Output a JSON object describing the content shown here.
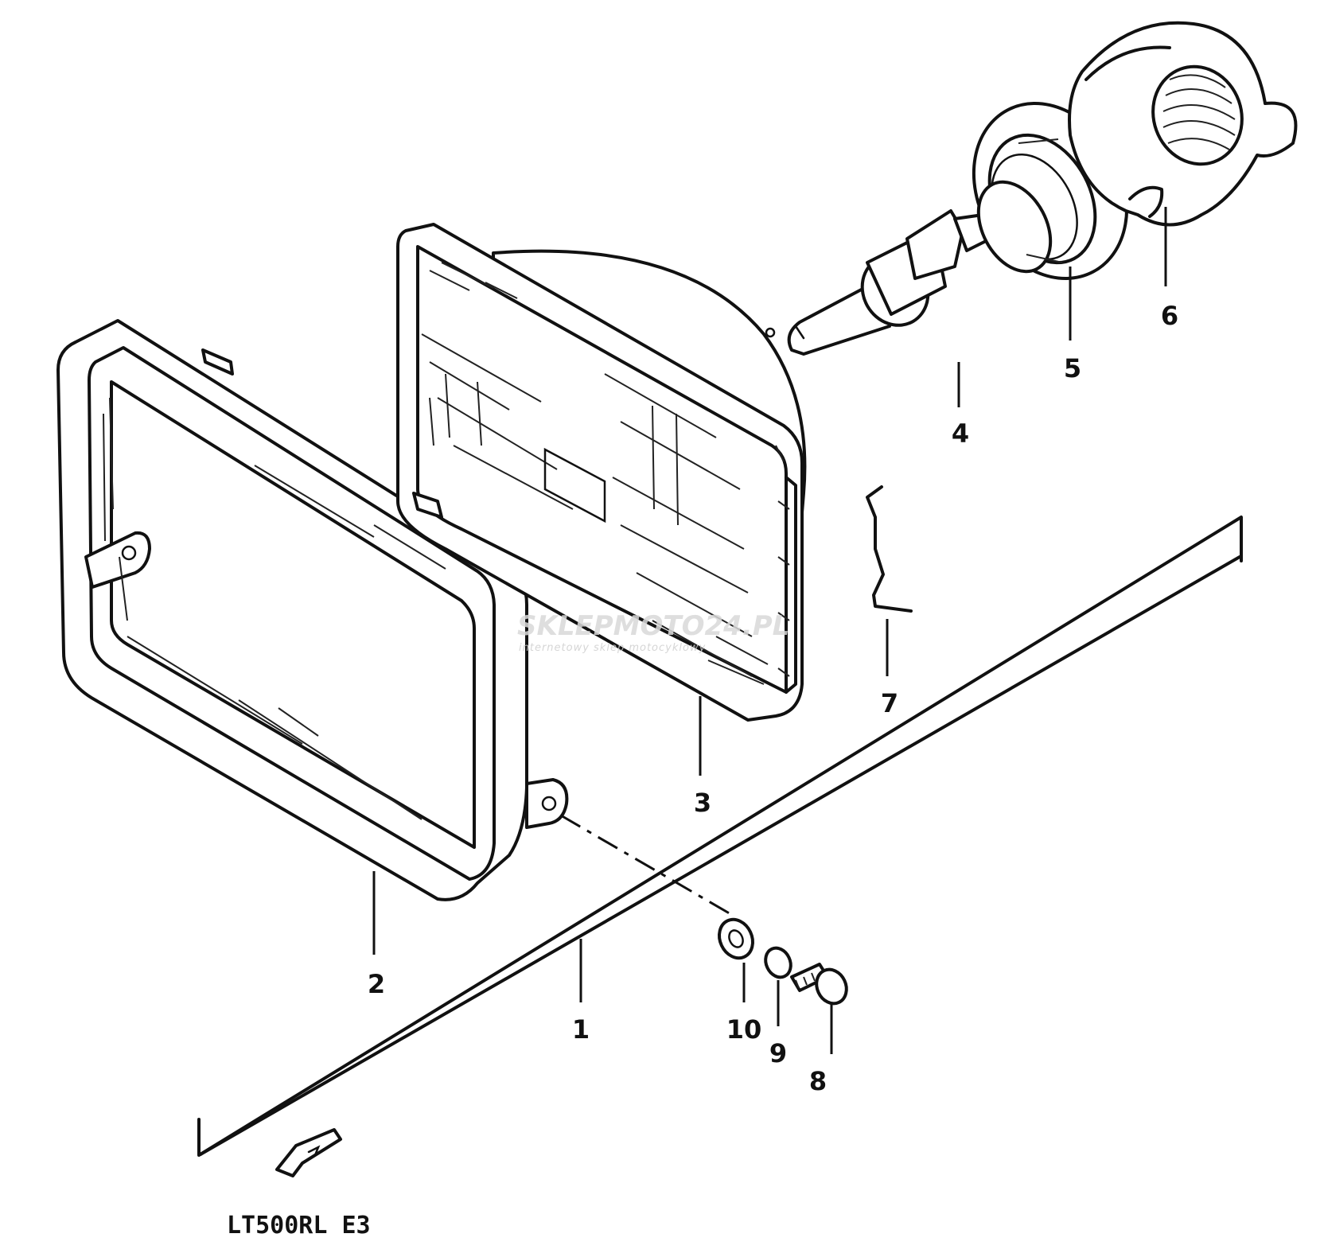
{
  "diagram": {
    "parts": [
      {
        "number": "1"
      },
      {
        "number": "2"
      },
      {
        "number": "3"
      },
      {
        "number": "4"
      },
      {
        "number": "5"
      },
      {
        "number": "6"
      },
      {
        "number": "7"
      },
      {
        "number": "8"
      },
      {
        "number": "9"
      },
      {
        "number": "10"
      }
    ],
    "model_label": "LT500RL E3",
    "watermark": {
      "brand": "SKLEPMOTO24.PL",
      "tagline": "internetowy sklep motocyklowy"
    },
    "colors": {
      "ink": "#111111",
      "background": "#ffffff",
      "watermark": "#d9d9d9"
    }
  }
}
